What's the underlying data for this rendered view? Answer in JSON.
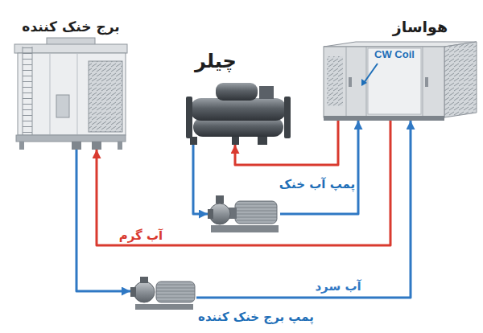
{
  "diagram": {
    "nodes": [
      {
        "text": [
          "برج خنک کننده"
        ]
      },
      {
        "text": [
          "چیلر"
        ]
      },
      {
        "text": [
          "هواساز"
        ]
      },
      {
        "text": [
          "پمپ آب خنک"
        ]
      },
      {
        "text": [
          "پمپ برج خنک کننده"
        ]
      }
    ],
    "edges": [
      {
        "from": 0,
        "to": 4,
        "arrow": "to"
      },
      {
        "from": 4,
        "to": 2,
        "label": "آب سرد",
        "arrow": "to"
      },
      {
        "from": 2,
        "to": 0,
        "label": "آب گرم",
        "arrow": "to"
      },
      {
        "from": 1,
        "to": 3,
        "arrow": "to"
      },
      {
        "from": 3,
        "to": 2,
        "arrow": "to"
      },
      {
        "from": 2,
        "to": 1,
        "arrow": "to"
      }
    ],
    "labels": [
      "CW Coil"
    ]
  }
}
